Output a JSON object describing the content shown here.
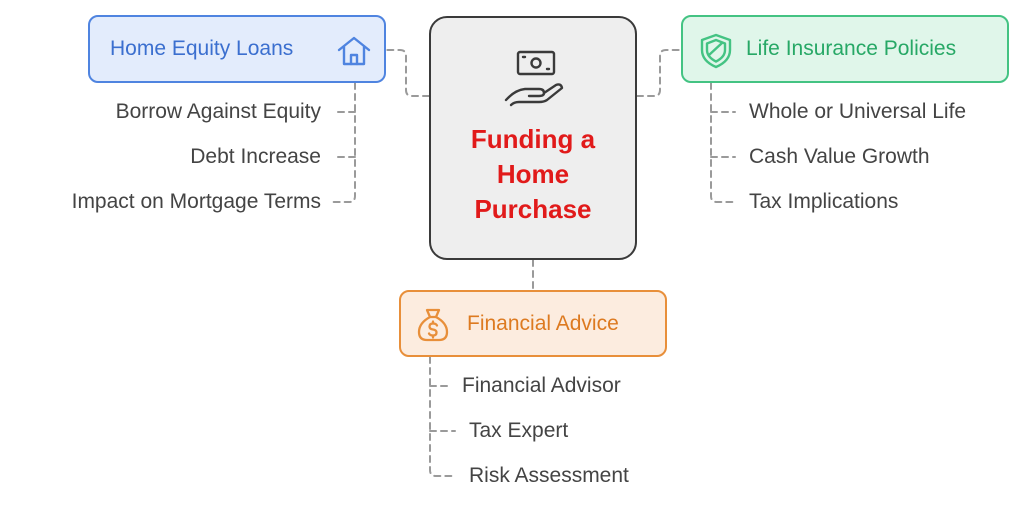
{
  "center": {
    "title_lines": [
      "Funding a",
      "Home",
      "Purchase"
    ],
    "icon": "hand-holding-money-icon"
  },
  "equity": {
    "title": "Home Equity Loans",
    "icon": "house-icon",
    "items": [
      "Borrow Against Equity",
      "Debt Increase",
      "Impact on Mortgage Terms"
    ]
  },
  "insurance": {
    "title": "Life Insurance Policies",
    "icon": "shield-icon",
    "items": [
      "Whole or Universal Life",
      "Cash Value Growth",
      "Tax Implications"
    ]
  },
  "advice": {
    "title": "Financial Advice",
    "icon": "money-bag-icon",
    "items": [
      "Financial Advisor",
      "Tax Expert",
      "Risk Assessment"
    ]
  },
  "colors": {
    "center_text": "#e11a1a",
    "equity": "#4f84e0",
    "insurance": "#44c383",
    "advice": "#e88f3a",
    "connector": "#9a9a9a",
    "item_text": "#444444"
  }
}
